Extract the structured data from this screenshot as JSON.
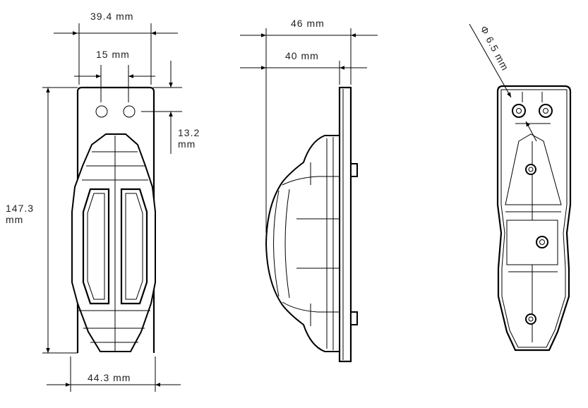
{
  "front_view": {
    "dim_width_top": "39.4 mm",
    "dim_hole_spacing": "15 mm",
    "dim_hole_offset_value": "13.2",
    "dim_hole_offset_unit": "mm",
    "dim_height_value": "147.3",
    "dim_height_unit": "mm",
    "dim_width_bottom": "44.3 mm"
  },
  "side_view": {
    "dim_depth_total": "46 mm",
    "dim_depth_body": "40 mm"
  },
  "back_view": {
    "dim_hole_diameter": "Φ 6.5 mm"
  }
}
